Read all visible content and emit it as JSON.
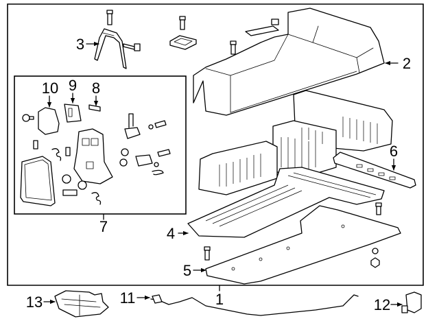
{
  "diagram": {
    "title": "Hybrid battery assembly — exploded parts view",
    "callouts": [
      {
        "id": "1",
        "label": "1",
        "part": "battery-cable-harness"
      },
      {
        "id": "2",
        "label": "2",
        "part": "battery-cover"
      },
      {
        "id": "3",
        "label": "3",
        "part": "cover-bracket"
      },
      {
        "id": "4",
        "label": "4",
        "part": "battery-tray"
      },
      {
        "id": "5",
        "label": "5",
        "part": "lower-shield"
      },
      {
        "id": "6",
        "label": "6",
        "part": "side-bracket"
      },
      {
        "id": "7",
        "label": "7",
        "part": "disconnect-module-kit"
      },
      {
        "id": "8",
        "label": "8",
        "part": "fuse"
      },
      {
        "id": "9",
        "label": "9",
        "part": "relay"
      },
      {
        "id": "10",
        "label": "10",
        "part": "control-module"
      },
      {
        "id": "11",
        "label": "11",
        "part": "harness-connector"
      },
      {
        "id": "12",
        "label": "12",
        "part": "sensor"
      },
      {
        "id": "13",
        "label": "13",
        "part": "cooling-duct"
      }
    ]
  }
}
